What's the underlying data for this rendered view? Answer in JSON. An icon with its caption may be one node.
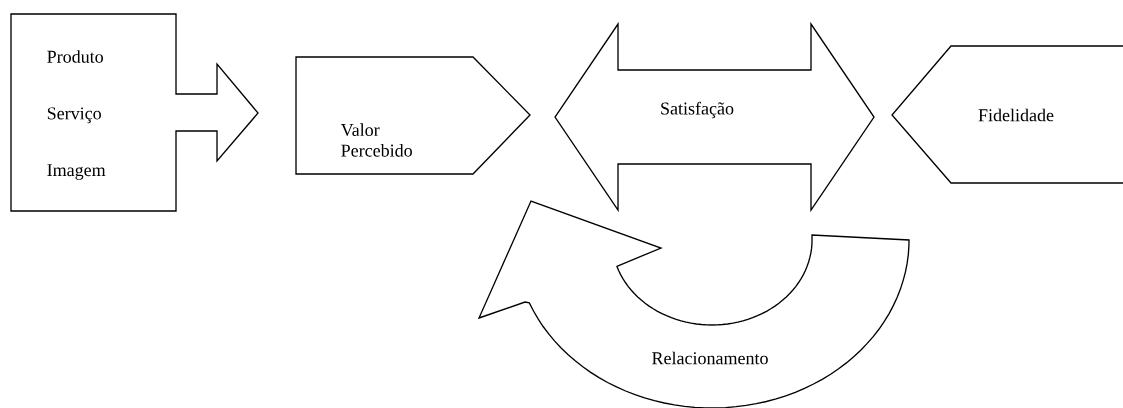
{
  "diagram": {
    "nodes": [
      {
        "text": [
          "Produto",
          "Serviço",
          "Imagem"
        ]
      },
      {
        "text": [
          "Valor Percebido"
        ]
      },
      {
        "text": [
          "Satisfação"
        ]
      },
      {
        "text": [
          "Fidelidade"
        ]
      },
      {
        "text": [
          "Relacionamento"
        ]
      }
    ]
  }
}
